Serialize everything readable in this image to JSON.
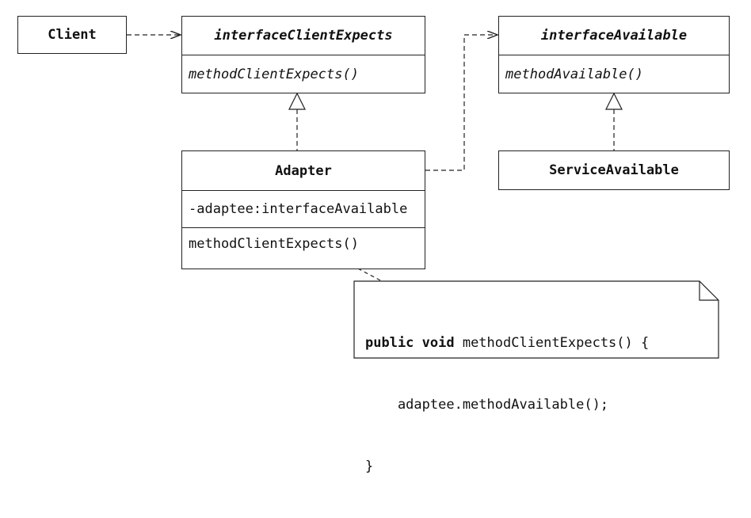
{
  "classes": {
    "client": {
      "name": "Client"
    },
    "interface_client_expects": {
      "name": "interfaceClientExpects",
      "method": "methodClientExpects()"
    },
    "interface_available": {
      "name": "interfaceAvailable",
      "method": "methodAvailable()"
    },
    "adapter": {
      "name": "Adapter",
      "attribute": "-adaptee:interfaceAvailable",
      "method": "methodClientExpects()"
    },
    "service_available": {
      "name": "ServiceAvailable"
    }
  },
  "note": {
    "line1_keywords": "public void",
    "line1_rest": " methodClientExpects() {",
    "line2": "    adaptee.methodAvailable();",
    "line3": "}"
  }
}
